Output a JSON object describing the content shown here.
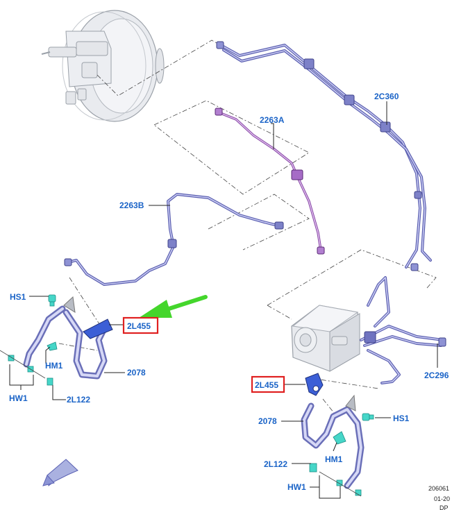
{
  "labels": {
    "l_2263A": "2263A",
    "l_2C360": "2C360",
    "l_2263B": "2263B",
    "l_HS1_left": "HS1",
    "l_2L455_left": "2L455",
    "l_HM1_left": "HM1",
    "l_2078_left": "2078",
    "l_HW1_left": "HW1",
    "l_2L122_left": "2L122",
    "l_2L455_right": "2L455",
    "l_2C296": "2C296",
    "l_2078_right": "2078",
    "l_HS1_right": "HS1",
    "l_HM1_right": "HM1",
    "l_2L122_right": "2L122",
    "l_HW1_right": "HW1"
  },
  "reference": {
    "line1": "206061",
    "line2": "01-20",
    "line3": "DP"
  },
  "colors": {
    "label_blue": "#1a63c7",
    "highlight_red": "#e02020",
    "arrow_green": "#44d62c",
    "tube_blue": "#5b5fb0",
    "tube_purple": "#8a4aa8",
    "fitting_teal": "#46d6c8"
  },
  "icons": {
    "callout_arrow": "green-arrow-icon",
    "orientation_arrow": "direction-arrow-icon"
  }
}
